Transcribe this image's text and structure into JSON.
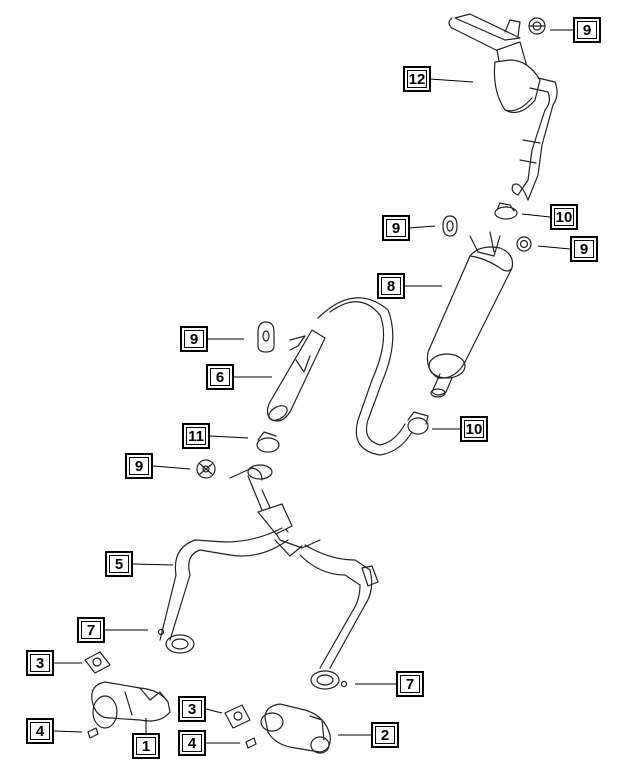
{
  "callouts": [
    {
      "number": "9"
    },
    {
      "number": "12"
    },
    {
      "number": "9"
    },
    {
      "number": "10"
    },
    {
      "number": "9"
    },
    {
      "number": "8"
    },
    {
      "number": "9"
    },
    {
      "number": "6"
    },
    {
      "number": "11"
    },
    {
      "number": "10"
    },
    {
      "number": "9"
    },
    {
      "number": "5"
    },
    {
      "number": "7"
    },
    {
      "number": "3"
    },
    {
      "number": "7"
    },
    {
      "number": "3"
    },
    {
      "number": "4"
    },
    {
      "number": "1"
    },
    {
      "number": "4"
    },
    {
      "number": "2"
    }
  ]
}
